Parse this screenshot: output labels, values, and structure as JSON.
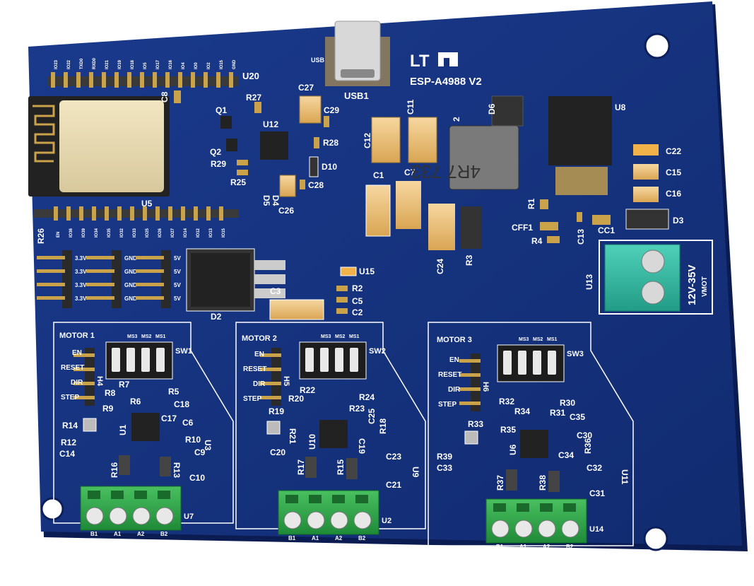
{
  "board": {
    "colors": {
      "pcb": "#14307a",
      "pcb_edge": "#0c2060",
      "silk": "#ffffff",
      "pad": "#c9a24a",
      "terminal_green": "#2fa84a",
      "terminal_teal": "#2fb89e",
      "chip": "#2a2a2a",
      "cap_tan": "#e9c37a",
      "cap_orange": "#f2b24a"
    },
    "logo": {
      "text": "LT",
      "subtitle": "ESP-A4988 V2"
    },
    "usb": {
      "label_top": "USB",
      "label_bottom": "USB1"
    },
    "header_top": {
      "ref": "U20",
      "pins": [
        "IO23",
        "IO22",
        "TXD0",
        "RXD0",
        "IO21",
        "IO19",
        "IO18",
        "IO5",
        "IO17",
        "IO16",
        "IO4",
        "IO0",
        "IO2",
        "IO15",
        "GND"
      ]
    },
    "header_bottom": {
      "ref": "U5",
      "pins": [
        "EN",
        "IO36",
        "IO39",
        "IO34",
        "IO35",
        "IO32",
        "IO33",
        "IO25",
        "IO26",
        "IO27",
        "IO14",
        "IO12",
        "IO13",
        "IO15"
      ]
    },
    "power_headers": {
      "col1": [
        "3.3V",
        "3.3V",
        "3.3V",
        "3.3V"
      ],
      "col2": [
        "GND",
        "GND",
        "GND",
        "GND"
      ],
      "col3": [
        "5V",
        "5V",
        "5V",
        "5V"
      ]
    },
    "inductor_text": "4R7 733",
    "power_terminal": {
      "ref": "U13",
      "label": "12V-35V",
      "sublabel": "VMOT"
    },
    "motors": [
      {
        "title": "MOTOR 1",
        "switch": "SW1",
        "header": "H4",
        "driver": "U1",
        "terminal": "U7",
        "signals": [
          "EN",
          "RESET",
          "DIR",
          "STEP"
        ],
        "dip": [
          "MS3",
          "MS2",
          "MS1"
        ]
      },
      {
        "title": "MOTOR 2",
        "switch": "SW2",
        "header": "H5",
        "driver": "U10",
        "terminal": "U2",
        "signals": [
          "EN",
          "RESET",
          "DIR",
          "STEP"
        ],
        "dip": [
          "MS3",
          "MS2",
          "MS1"
        ]
      },
      {
        "title": "MOTOR 3",
        "switch": "SW3",
        "header": "H6",
        "driver": "U6",
        "terminal": "U14",
        "signals": [
          "EN",
          "RESET",
          "DIR",
          "STEP"
        ],
        "dip": [
          "MS3",
          "MS2",
          "MS1"
        ]
      }
    ],
    "terminal_pins": [
      "B1",
      "A1",
      "A2",
      "B2"
    ],
    "refs": {
      "C8": "C8",
      "R27": "R27",
      "C27": "C27",
      "C29": "C29",
      "Q1": "Q1",
      "Q2": "Q2",
      "U12": "U12",
      "R28": "R28",
      "R29": "R29",
      "R25": "R25",
      "D10": "D10",
      "D4": "D4",
      "D5": "D5",
      "C28": "C28",
      "C26": "C26",
      "C12": "C12",
      "C11": "C11",
      "C1": "C1",
      "C7": "C7",
      "L2": "2",
      "D6": "D6",
      "U8": "U8",
      "C22": "C22",
      "C15": "C15",
      "C16": "C16",
      "D3": "D3",
      "R1": "R1",
      "CFF1": "CFF1",
      "CC1": "CC1",
      "C13": "C13",
      "R4": "R4",
      "C24": "C24",
      "R3": "R3",
      "R26": "R26",
      "D2": "D2",
      "C3": "C3",
      "U15": "U15",
      "R2": "R2",
      "C5": "C5",
      "C2": "C2",
      "R8": "R8",
      "R7": "R7",
      "R6": "R6",
      "R5": "R5",
      "R9": "R9",
      "C18": "C18",
      "C17": "C17",
      "C6": "C6",
      "R14": "R14",
      "R10": "R10",
      "R12": "R12",
      "C14": "C14",
      "C9": "C9",
      "U3": "U3",
      "C10": "C10",
      "R16": "R16",
      "R13": "R13",
      "R22": "R22",
      "R24": "R24",
      "R20": "R20",
      "R23": "R23",
      "R19": "R19",
      "C25": "C25",
      "R21": "R21",
      "C19": "C19",
      "R18": "R18",
      "C20": "C20",
      "C23": "C23",
      "R17": "R17",
      "R15": "R15",
      "C21": "C21",
      "U9": "U9",
      "R32": "R32",
      "R30": "R30",
      "R34": "R34",
      "R31": "R31",
      "C35": "C35",
      "R35": "R35",
      "R33": "R33",
      "C30": "C30",
      "C34": "C34",
      "R36": "R36",
      "R39": "R39",
      "C33": "C33",
      "C32": "C32",
      "U11": "U11",
      "C31": "C31",
      "R37": "R37",
      "R38": "R38"
    }
  }
}
